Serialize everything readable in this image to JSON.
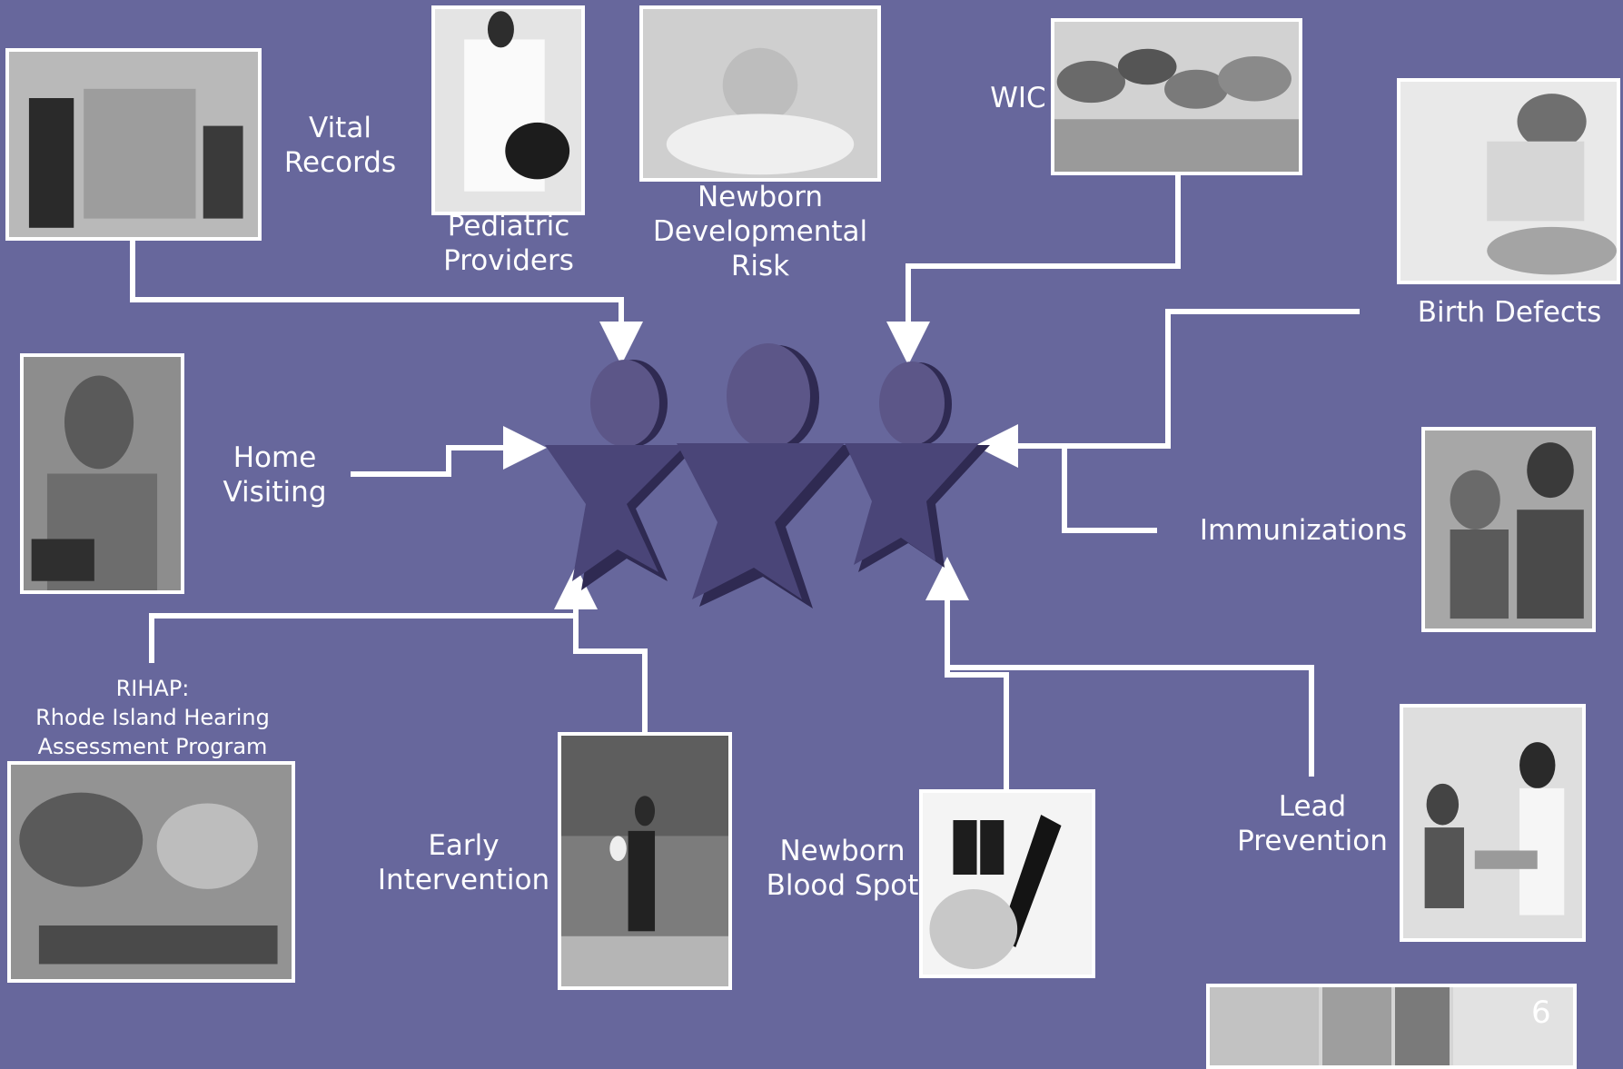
{
  "programs": {
    "vital_records": [
      "Vital",
      "Records"
    ],
    "pediatric_providers": [
      "Pediatric",
      "Providers"
    ],
    "newborn_developmental_risk": [
      "Newborn",
      "Developmental",
      "Risk"
    ],
    "wic": [
      "WIC"
    ],
    "birth_defects": [
      "Birth Defects"
    ],
    "home_visiting": [
      "Home",
      "Visiting"
    ],
    "immunizations": [
      "Immunizations"
    ],
    "rihap": [
      "RIHAP:",
      "Rhode Island Hearing",
      "Assessment Program"
    ],
    "early_intervention": [
      "Early",
      "Intervention"
    ],
    "newborn_blood_spot": [
      "Newborn",
      "Blood Spot"
    ],
    "lead_prevention": [
      "Lead",
      "Prevention"
    ]
  },
  "page_number": "6",
  "colors": {
    "background": "#67679c",
    "figure": "#3f3a66",
    "figure_highlight": "#6a6496",
    "lines": "#ffffff"
  },
  "icons": [
    "photo-vital-records",
    "photo-pediatric-providers",
    "photo-newborn",
    "photo-wic",
    "photo-birth-defects",
    "photo-home-visiting",
    "photo-immunizations",
    "photo-rihap",
    "photo-early-intervention",
    "photo-blood-spot",
    "photo-lead-prevention",
    "photo-strip"
  ]
}
